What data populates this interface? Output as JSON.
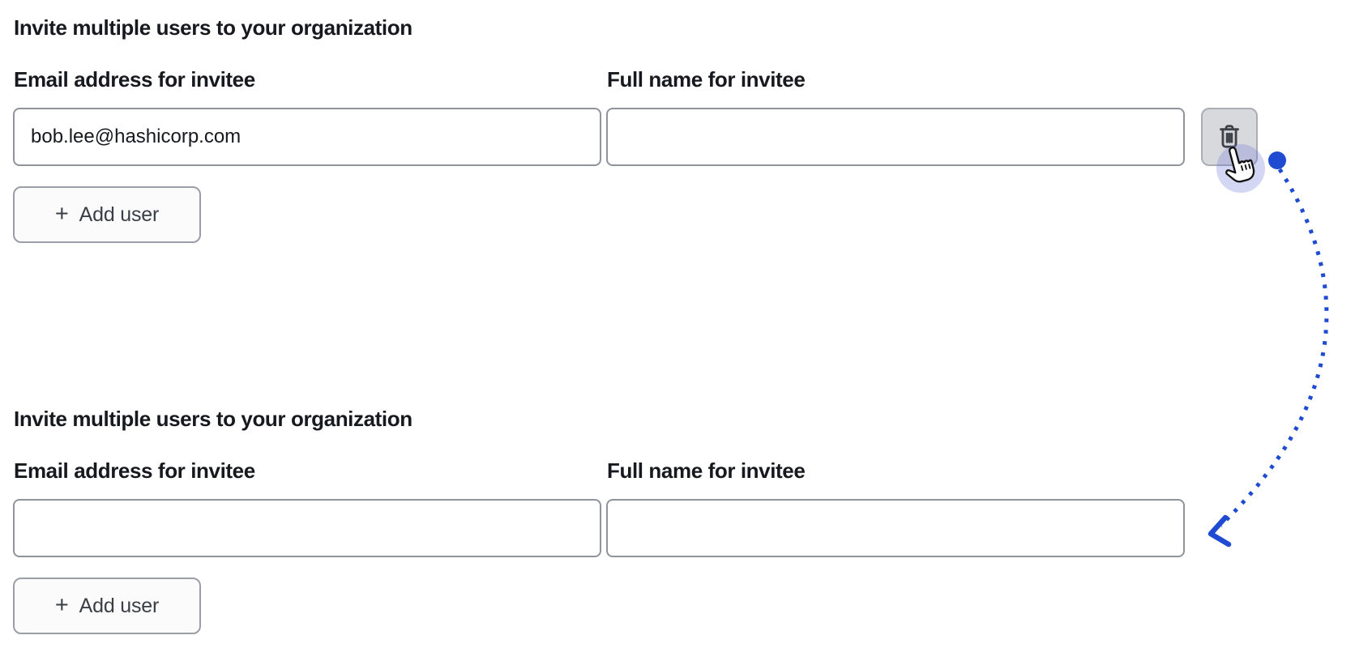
{
  "colors": {
    "accent_blue": "#1e4bd2",
    "page_background": "#ffffff",
    "text": "#17191f",
    "input_border": "#8f939c",
    "button_border": "#9a9ea6",
    "button_background": "#fbfbfc",
    "delete_button_background": "#d8d9dd",
    "delete_icon": "#3f434a",
    "cursor_halo": "#6f79d8"
  },
  "icons": {
    "plus_glyph": "+",
    "delete": "trash-icon",
    "pointer": "hand-pointer-cursor",
    "arrow": "dotted-curved-arrow"
  },
  "sections": [
    {
      "heading": "Invite multiple users to your organization",
      "email": {
        "label": "Email address for invitee",
        "value": "bob.lee@hashicorp.com"
      },
      "full_name": {
        "label": "Full name for invitee",
        "value": ""
      },
      "add_user": {
        "label": "Add user"
      }
    },
    {
      "heading": "Invite multiple users to your organization",
      "email": {
        "label": "Email address for invitee",
        "value": ""
      },
      "full_name": {
        "label": "Full name for invitee",
        "value": ""
      },
      "add_user": {
        "label": "Add user"
      }
    }
  ]
}
